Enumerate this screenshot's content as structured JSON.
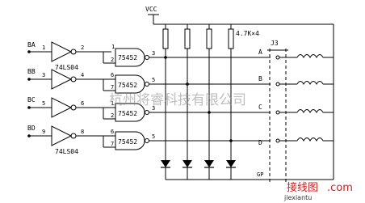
{
  "labels": {
    "vcc": "VCC",
    "resistor": "4.7K×4",
    "connector": "J3",
    "gp": "GP"
  },
  "inputs": [
    {
      "name": "BA",
      "pin_in": "1",
      "pin_out": "2"
    },
    {
      "name": "BB",
      "pin_in": "3",
      "pin_out": "4"
    },
    {
      "name": "BC",
      "pin_in": "5",
      "pin_out": "6"
    },
    {
      "name": "BD",
      "pin_in": "9",
      "pin_out": "8"
    }
  ],
  "inverter_label": "74LS04",
  "drivers": [
    {
      "label": "75452",
      "pin_a": "1",
      "pin_b": "2",
      "pin_out": "3"
    },
    {
      "label": "75452",
      "pin_a": "6",
      "pin_b": "7",
      "pin_out": "5"
    },
    {
      "label": "75452",
      "pin_a": "1",
      "pin_b": "2",
      "pin_out": "3"
    },
    {
      "label": "75452",
      "pin_a": "6",
      "pin_b": "7",
      "pin_out": "5"
    }
  ],
  "phases": [
    "A",
    "B",
    "C",
    "D"
  ],
  "watermark": {
    "center_text": "杭州将睿科技有限公司",
    "logo_cn": "接线图",
    "logo_domain": ".com",
    "logo_url": "jiexiantu"
  }
}
